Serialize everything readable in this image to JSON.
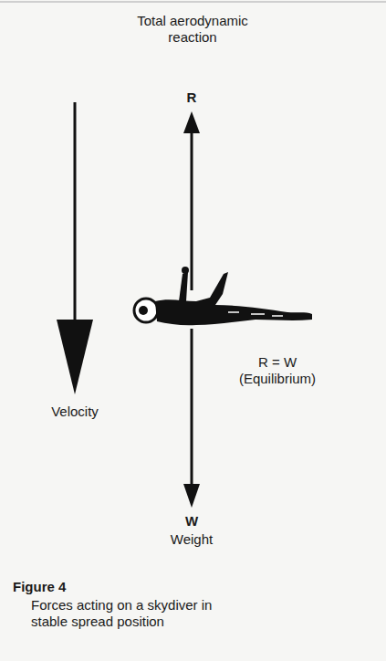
{
  "diagram": {
    "caption": "Forces acting on a skydiver in stable spread position",
    "labels": [
      "Total aerodynamic reaction",
      "R",
      "R = W (Equilibrium)",
      "Velocity",
      "W",
      "Weight",
      "Figure 4"
    ]
  }
}
